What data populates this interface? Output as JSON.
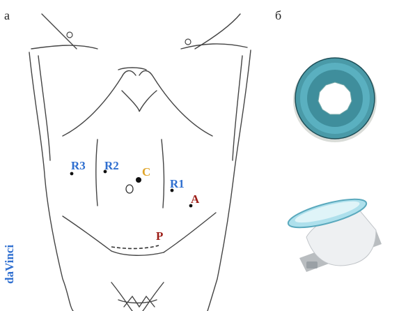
{
  "panels": {
    "left": "а",
    "right": "б"
  },
  "ports": [
    {
      "id": "R3",
      "label": "R3",
      "color": "#2f6fd0"
    },
    {
      "id": "R2",
      "label": "R2",
      "color": "#2f6fd0"
    },
    {
      "id": "C",
      "label": "C",
      "color": "#e0a52a"
    },
    {
      "id": "R1",
      "label": "R1",
      "color": "#2f6fd0"
    },
    {
      "id": "A",
      "label": "A",
      "color": "#9c1c16"
    },
    {
      "id": "P",
      "label": "P",
      "color": "#9c1c16"
    }
  ],
  "system_label": {
    "text": "daVinci",
    "color": "#2f6fd0"
  },
  "device_colors": {
    "ring": "#3e96a6",
    "cap": "#6fc6d8",
    "body": "#e7eaec"
  }
}
